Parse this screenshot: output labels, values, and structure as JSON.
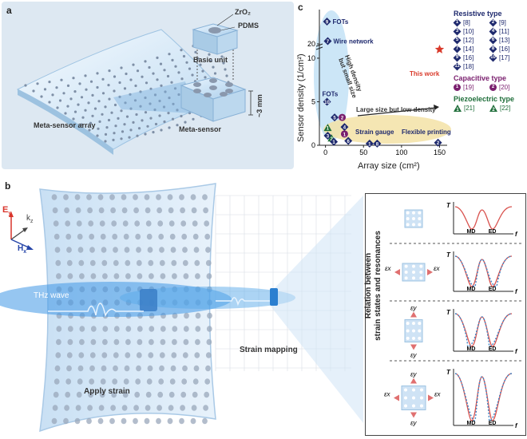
{
  "panel_a": {
    "letter": "a",
    "array_label": "Meta-sensor array",
    "sensor_label": "Meta-sensor",
    "basic_unit_label": "Basic unit",
    "zro2": "ZrO₂",
    "pdms": "PDMS",
    "size_label": "~3 mm"
  },
  "panel_b": {
    "letter": "b",
    "thz_label": "THz wave",
    "apply_strain": "Apply strain",
    "strain_mapping": "Strain mapping",
    "axis_e": "E",
    "axis_e_sub": "y",
    "axis_k": "k",
    "axis_k_sub": "z",
    "axis_h": "H",
    "axis_h_sub": "x",
    "relation_title_1": "Relation between",
    "relation_title_2": "strain states and resonances",
    "rows": [
      {
        "T": "T",
        "md": "MD",
        "ed": "ED",
        "f": "f"
      },
      {
        "T": "T",
        "md": "MD",
        "ed": "ED",
        "f": "f",
        "ex": "εx"
      },
      {
        "T": "T",
        "md": "MD",
        "ed": "ED",
        "f": "f",
        "ey": "εy"
      },
      {
        "T": "T",
        "md": "MD",
        "ed": "ED",
        "f": "f",
        "ex": "εx",
        "ey": "εy"
      }
    ]
  },
  "colors": {
    "navy": "#1f2a6e",
    "purple": "#7a1f6e",
    "green": "#1f6e3a",
    "star": "#d93a2b",
    "blue_light": "#8ec8ef",
    "yellow_band": "#f3e2a6"
  },
  "chart_data": {
    "type": "scatter",
    "letter": "c",
    "xlabel": "Array size (cm²)",
    "ylabel": "Sensor density (1/cm²)",
    "x_ticks": [
      "0",
      "50",
      "100",
      "150"
    ],
    "y_ticks": [
      "0",
      "5",
      "10",
      "20"
    ],
    "xlim": [
      -8,
      160
    ],
    "annotations": {
      "fots_top": "FOTs",
      "wire": "Wire network",
      "fots_low": "FOTs",
      "strain_gauge": "Strain gauge",
      "flex": "Flexible printing",
      "this_work": "This work",
      "high_density": "High density",
      "small_size": "but small size",
      "large_size": "Large size but  low density"
    },
    "points": [
      {
        "id": "9",
        "x": 2,
        "y": 24,
        "kind": "resistive"
      },
      {
        "id": "7",
        "x": 3,
        "y": 20.5,
        "kind": "resistive"
      },
      {
        "id": "10",
        "x": 2,
        "y": 5,
        "kind": "resistive"
      },
      {
        "id": "5",
        "x": 12,
        "y": 3.2,
        "kind": "resistive"
      },
      {
        "id": "2",
        "x": 22,
        "y": 3.2,
        "kind": "capacitive"
      },
      {
        "id": "4",
        "x": 25,
        "y": 2.1,
        "kind": "resistive"
      },
      {
        "id": "1",
        "x": 25,
        "y": 1.3,
        "kind": "capacitive"
      },
      {
        "id": "1",
        "x": 3,
        "y": 2.0,
        "kind": "piezoelectric"
      },
      {
        "id": "3",
        "x": 3,
        "y": 1.1,
        "kind": "resistive"
      },
      {
        "id": "2",
        "x": 8,
        "y": 0.8,
        "kind": "piezoelectric"
      },
      {
        "id": "1",
        "x": 11,
        "y": 0.4,
        "kind": "resistive"
      },
      {
        "id": "6",
        "x": 30,
        "y": 0.5,
        "kind": "resistive"
      },
      {
        "id": "1",
        "x": 58,
        "y": 0.2,
        "kind": "resistive"
      },
      {
        "id": "8",
        "x": 68,
        "y": 0.2,
        "kind": "resistive"
      },
      {
        "id": "2",
        "x": 148,
        "y": 0.3,
        "kind": "resistive"
      },
      {
        "id": "this",
        "x": 150,
        "y": 11,
        "kind": "this"
      }
    ],
    "legend": {
      "resistive_title": "Resistive type",
      "resistive_items": [
        {
          "n": "1",
          "ref": "[8]"
        },
        {
          "n": "2",
          "ref": "[9]"
        },
        {
          "n": "3",
          "ref": "[10]"
        },
        {
          "n": "4",
          "ref": "[11]"
        },
        {
          "n": "5",
          "ref": "[12]"
        },
        {
          "n": "6",
          "ref": "[13]"
        },
        {
          "n": "7",
          "ref": "[14]"
        },
        {
          "n": "8",
          "ref": "[16]"
        },
        {
          "n": "9",
          "ref": "[16]"
        },
        {
          "n": "10",
          "ref": "[17]"
        },
        {
          "n": "11",
          "ref": "[18]"
        }
      ],
      "capacitive_title": "Capacitive type",
      "capacitive_items": [
        {
          "n": "1",
          "ref": "[19]"
        },
        {
          "n": "2",
          "ref": "[20]"
        }
      ],
      "piezo_title": "Piezoelectric type",
      "piezo_items": [
        {
          "n": "1",
          "ref": "[21]"
        },
        {
          "n": "2",
          "ref": "[22]"
        }
      ]
    }
  }
}
